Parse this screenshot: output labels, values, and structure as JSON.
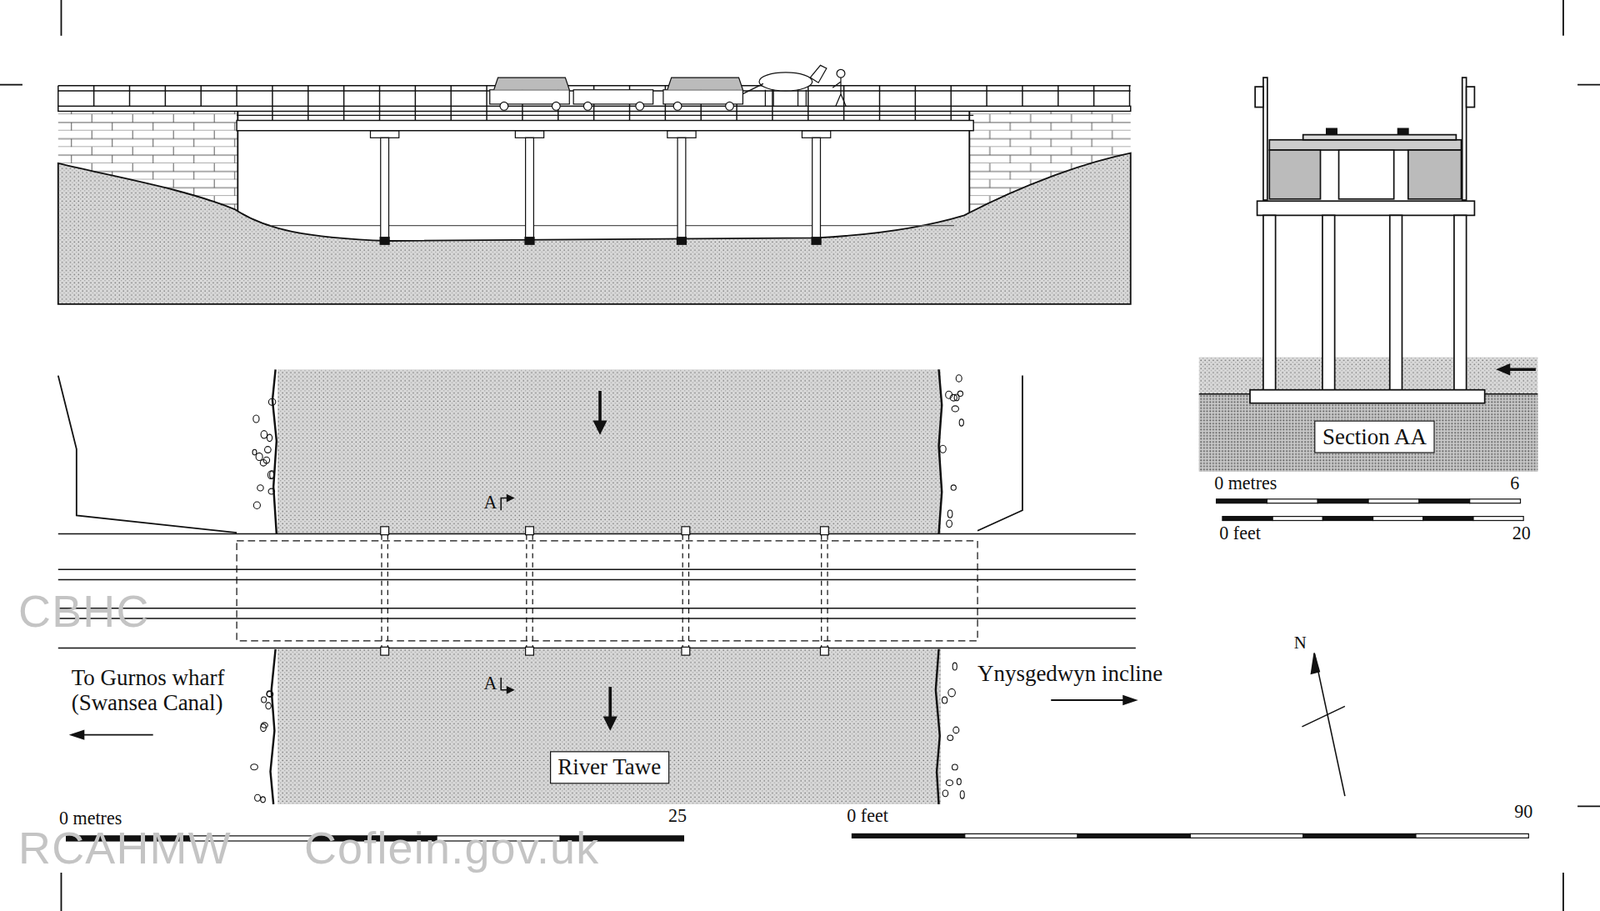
{
  "diagram": {
    "nodes": [
      {
        "text": [
          "Section AA"
        ]
      },
      {
        "text": [
          "River Tawe"
        ]
      }
    ],
    "edges": [],
    "labels": [
      "A",
      "A",
      "To Gurnos wharf (Swansea Canal)",
      "Ynysgedwyn incline",
      "N",
      "0 metres",
      "6",
      "0 feet",
      "20",
      "0 metres",
      "25",
      "0 feet",
      "90",
      "CBHC",
      "RCAHMW",
      "Coflein.gov.uk"
    ]
  }
}
